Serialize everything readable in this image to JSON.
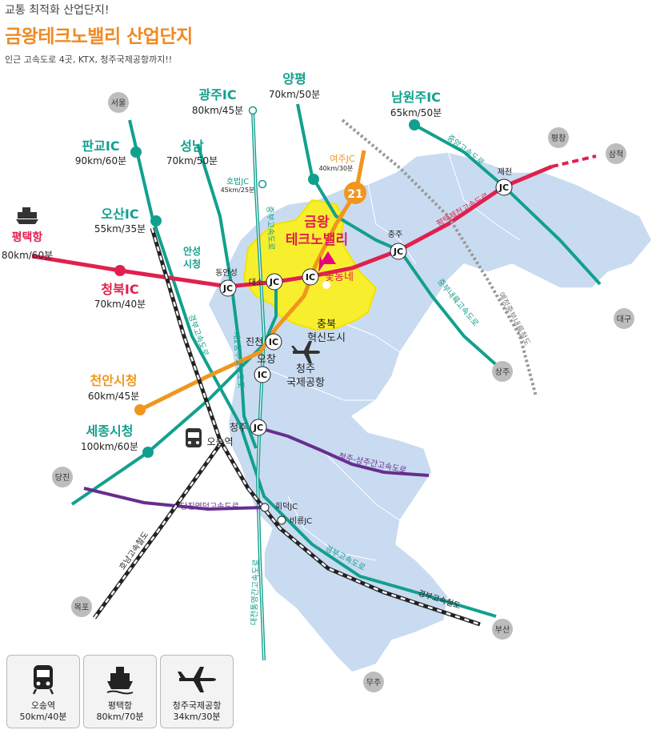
{
  "header": {
    "subtitle": "교통 최적화 산업단지!",
    "title": "금왕테크노밸리 산업단지",
    "caption": "인근 고속도로 4곳, KTX, 청주국제공항까지!!"
  },
  "colors": {
    "region_fill": "#c9dbf1",
    "complex_fill": "#f7ee2e",
    "complex_outline": "#f2e200",
    "teal_route": "#12a08e",
    "red_route": "#e0204e",
    "orange_route": "#f0961e",
    "purple_route": "#662e8e",
    "rail": "#222222",
    "grey_city": "#bdbdbd",
    "highlight_pink": "#e6007e"
  },
  "complex": {
    "name_line1": "금왕",
    "name_line2": "테크노밸리",
    "site_label": "꽃동네",
    "innovation_line1": "충북",
    "innovation_line2": "혁신도시"
  },
  "route_number": "21",
  "destinations": {
    "gwangju_ic": {
      "name": "광주IC",
      "time": "80km/45분"
    },
    "yangpyeong": {
      "name": "양평",
      "time": "70km/50분"
    },
    "namwonju_ic": {
      "name": "남원주IC",
      "time": "65km/50분"
    },
    "pangyo_ic": {
      "name": "판교IC",
      "time": "90km/60분"
    },
    "seongnam": {
      "name": "성남",
      "time": "70km/50분"
    },
    "osan_ic": {
      "name": "오산IC",
      "time": "55km/35분"
    },
    "pyeongtaek_port": {
      "name": "평택항",
      "time": "80km/60분"
    },
    "cheongbuk_ic": {
      "name": "청북IC",
      "time": "70km/40분"
    },
    "cheonan": {
      "name": "천안시청",
      "time": "60km/45분"
    },
    "sejong": {
      "name": "세종시청",
      "time": "100km/60분"
    },
    "yeoju_jc": {
      "name": "여주JC",
      "time": "40km/30분"
    },
    "hobeop_jc": {
      "name": "호법JC",
      "time": "45km/25분"
    },
    "anseong_line1": "안성",
    "anseong_line2": "시청"
  },
  "nodes": {
    "jc": "JC",
    "ic": "IC",
    "dongansung": "동안성",
    "daeso": "대소",
    "jincheon": "진천",
    "ochang": "오창",
    "chungju": "충주",
    "jecheon": "제천",
    "cheongju": "청주",
    "hoedeok_jc": "회덕JC",
    "biryong_jc": "비룡JC",
    "osong_station": "오송역",
    "airport_line1": "청주",
    "airport_line2": "국제공항"
  },
  "cities": {
    "seoul": "서울",
    "pyeongchang": "평창",
    "samcheok": "삼척",
    "daegu": "대구",
    "sangju": "상주",
    "dangjin": "당진",
    "mokpo": "목포",
    "busan": "부산",
    "muju": "무주"
  },
  "roads": {
    "jungang": "중앙고속도로",
    "pyeongtaek_jecheon": "평택제천고속도로",
    "jungbu_naeryuk": "중부내륙고속도로",
    "jungang_line_rail": "예정중부내륙철도",
    "jungbu": "중부고속도로",
    "jungbu2": "제2중부고속도로",
    "gyeongbu": "경부고속도로",
    "cheongju_sangju": "청주-상주간고속도로",
    "dangjin_yeongdeok": "당진영덕고속도로",
    "honam_rail": "호남고속철도",
    "gyeongbu_rail": "경부고속철도",
    "daejeon_tongyeong": "대전통영간고속도로",
    "gyeongbu_hsr_label": "경부고속철도"
  },
  "legend": [
    {
      "icon": "train-icon",
      "line1": "오송역",
      "line2": "50km/40분"
    },
    {
      "icon": "ship-icon",
      "line1": "평택항",
      "line2": "80km/70분"
    },
    {
      "icon": "airplane-icon",
      "line1": "청주국제공항",
      "line2": "34km/30분"
    }
  ]
}
